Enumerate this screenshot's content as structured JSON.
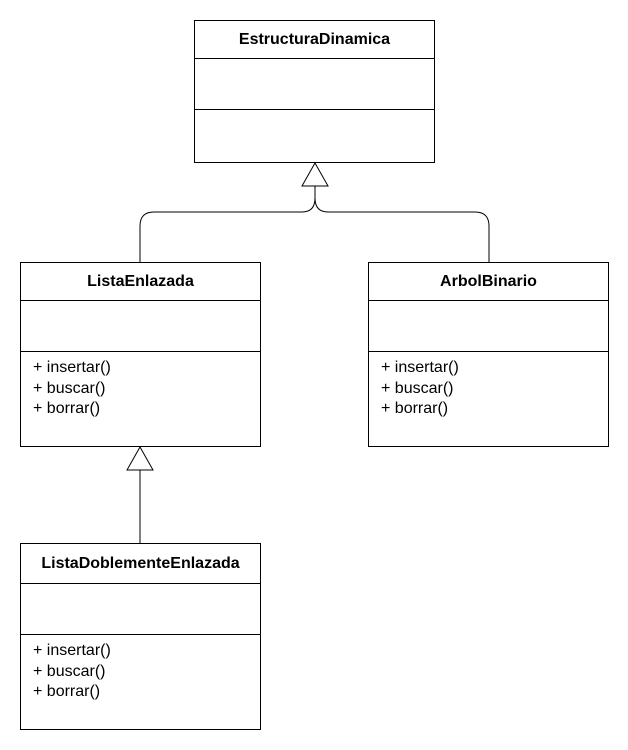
{
  "diagram": {
    "classes": [
      {
        "id": "estructura",
        "name": "EstructuraDinamica",
        "attributes": [],
        "methods": []
      },
      {
        "id": "lista",
        "name": "ListaEnlazada",
        "attributes": [],
        "methods": [
          "+ insertar()",
          "+ buscar()",
          "+ borrar()"
        ]
      },
      {
        "id": "arbol",
        "name": "ArbolBinario",
        "attributes": [],
        "methods": [
          "+ insertar()",
          "+ buscar()",
          "+ borrar()"
        ]
      },
      {
        "id": "doble",
        "name": "ListaDoblementeEnlazada",
        "attributes": [],
        "methods": [
          "+ insertar()",
          "+ buscar()",
          "+ borrar()"
        ]
      }
    ],
    "relations": [
      {
        "type": "generalization",
        "from": "ListaEnlazada",
        "to": "EstructuraDinamica"
      },
      {
        "type": "generalization",
        "from": "ArbolBinario",
        "to": "EstructuraDinamica"
      },
      {
        "type": "generalization",
        "from": "ListaDoblementeEnlazada",
        "to": "ListaEnlazada"
      }
    ],
    "colors": {
      "line": "#000000",
      "background": "#ffffff"
    }
  }
}
